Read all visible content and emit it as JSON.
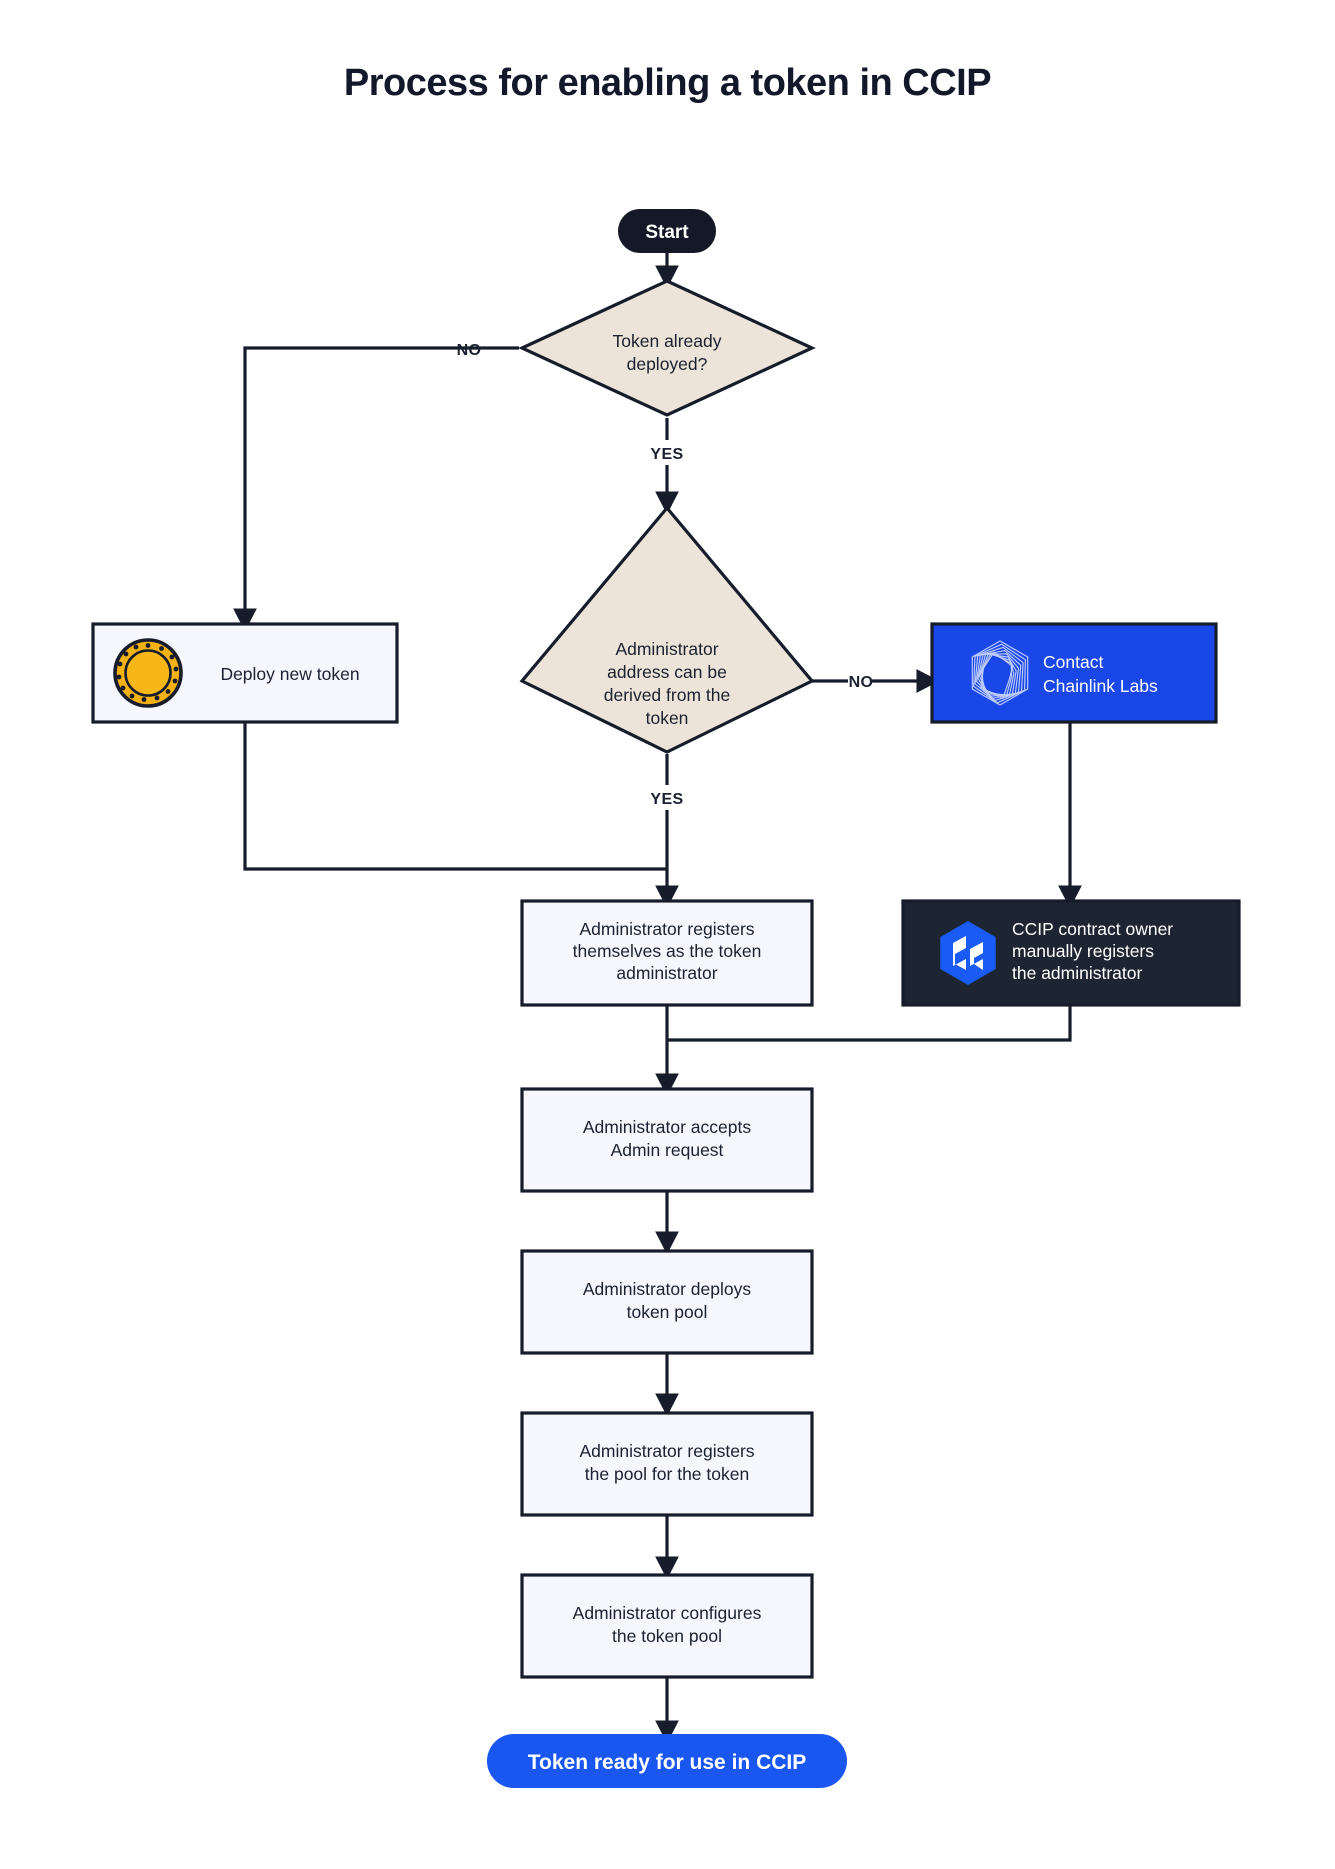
{
  "title": "Process for enabling a token in CCIP",
  "chart_data": {
    "type": "diagram",
    "diagram_kind": "flowchart",
    "title": "Process for enabling a token in CCIP",
    "orientation": "top-to-bottom",
    "nodes": [
      {
        "id": "start",
        "label": "Start",
        "shape": "pill",
        "fill": "#141827",
        "text_color": "#ffffff"
      },
      {
        "id": "d1",
        "label": "Token already deployed?",
        "shape": "diamond",
        "fill": "#ece4d8",
        "text_color": "#1b2130"
      },
      {
        "id": "deploy",
        "label": "Deploy new token",
        "shape": "rect",
        "fill": "#f5f7fd",
        "text_color": "#1b2130",
        "icon": "gold-coin-icon"
      },
      {
        "id": "d2",
        "label": "Administrator address can be derived from the token",
        "shape": "diamond",
        "fill": "#ece4d8",
        "text_color": "#1b2130"
      },
      {
        "id": "contact",
        "label": "Contact Chainlink Labs",
        "shape": "rect",
        "fill": "#1a47e8",
        "text_color": "#ffffff",
        "icon": "chainlink-hex-icon"
      },
      {
        "id": "selfreg",
        "label": "Administrator registers themselves as the token administrator",
        "shape": "rect",
        "fill": "#f5f7fd",
        "text_color": "#1b2130"
      },
      {
        "id": "ownerreg",
        "label": "CCIP contract owner manually registers the administrator",
        "shape": "rect",
        "fill": "#1d2533",
        "text_color": "#ffffff",
        "icon": "ccip-hex-icon"
      },
      {
        "id": "accept",
        "label": "Administrator accepts Admin request",
        "shape": "rect",
        "fill": "#f5f7fd",
        "text_color": "#1b2130"
      },
      {
        "id": "deploypool",
        "label": "Administrator deploys token pool",
        "shape": "rect",
        "fill": "#f5f7fd",
        "text_color": "#1b2130"
      },
      {
        "id": "regpool",
        "label": "Administrator registers the pool for the token",
        "shape": "rect",
        "fill": "#f5f7fd",
        "text_color": "#1b2130"
      },
      {
        "id": "configpool",
        "label": "Administrator configures the token pool",
        "shape": "rect",
        "fill": "#f5f7fd",
        "text_color": "#1b2130"
      },
      {
        "id": "end",
        "label": "Token ready for use in CCIP",
        "shape": "pill",
        "fill": "#1a56f0",
        "text_color": "#ffffff"
      }
    ],
    "edges": [
      {
        "from": "start",
        "to": "d1",
        "label": ""
      },
      {
        "from": "d1",
        "to": "deploy",
        "label": "NO"
      },
      {
        "from": "d1",
        "to": "d2",
        "label": "YES"
      },
      {
        "from": "d2",
        "to": "contact",
        "label": "NO"
      },
      {
        "from": "d2",
        "to": "selfreg",
        "label": "YES"
      },
      {
        "from": "deploy",
        "to": "selfreg",
        "label": ""
      },
      {
        "from": "contact",
        "to": "ownerreg",
        "label": ""
      },
      {
        "from": "selfreg",
        "to": "accept",
        "label": ""
      },
      {
        "from": "ownerreg",
        "to": "accept",
        "label": ""
      },
      {
        "from": "accept",
        "to": "deploypool",
        "label": ""
      },
      {
        "from": "deploypool",
        "to": "regpool",
        "label": ""
      },
      {
        "from": "regpool",
        "to": "configpool",
        "label": ""
      },
      {
        "from": "configpool",
        "to": "end",
        "label": ""
      }
    ],
    "colors": {
      "background": "#ffffff",
      "stroke": "#171c2b",
      "decision_fill": "#ece4d8",
      "process_fill": "#f5f7fd",
      "brand_blue": "#1a47e8",
      "end_blue": "#1a56f0",
      "dark_navy": "#1d2533",
      "coin_gold": "#f7b718"
    }
  },
  "nodes": {
    "start": {
      "label": "Start"
    },
    "decision_deployed": {
      "line1": "Token already",
      "line2": "deployed?"
    },
    "deploy_token": {
      "label": "Deploy new token"
    },
    "decision_admin": {
      "line1": "Administrator",
      "line2": "address can be",
      "line3": "derived from the",
      "line4": "token"
    },
    "contact_labs": {
      "line1": "Contact",
      "line2": "Chainlink Labs"
    },
    "self_register": {
      "line1": "Administrator registers",
      "line2": "themselves as the token",
      "line3": "administrator"
    },
    "owner_register": {
      "line1": "CCIP contract owner",
      "line2": "manually registers",
      "line3": "the administrator"
    },
    "accept_request": {
      "line1": "Administrator accepts",
      "line2": "Admin request"
    },
    "deploy_pool": {
      "line1": "Administrator deploys",
      "line2": "token pool"
    },
    "register_pool": {
      "line1": "Administrator registers",
      "line2": "the pool for the token"
    },
    "configure_pool": {
      "line1": "Administrator configures",
      "line2": "the token pool"
    },
    "end": {
      "label": "Token ready for use in CCIP"
    }
  },
  "edge_labels": {
    "no_deployed": "NO",
    "yes_deployed": "YES",
    "no_derived": "NO",
    "yes_derived": "YES"
  }
}
